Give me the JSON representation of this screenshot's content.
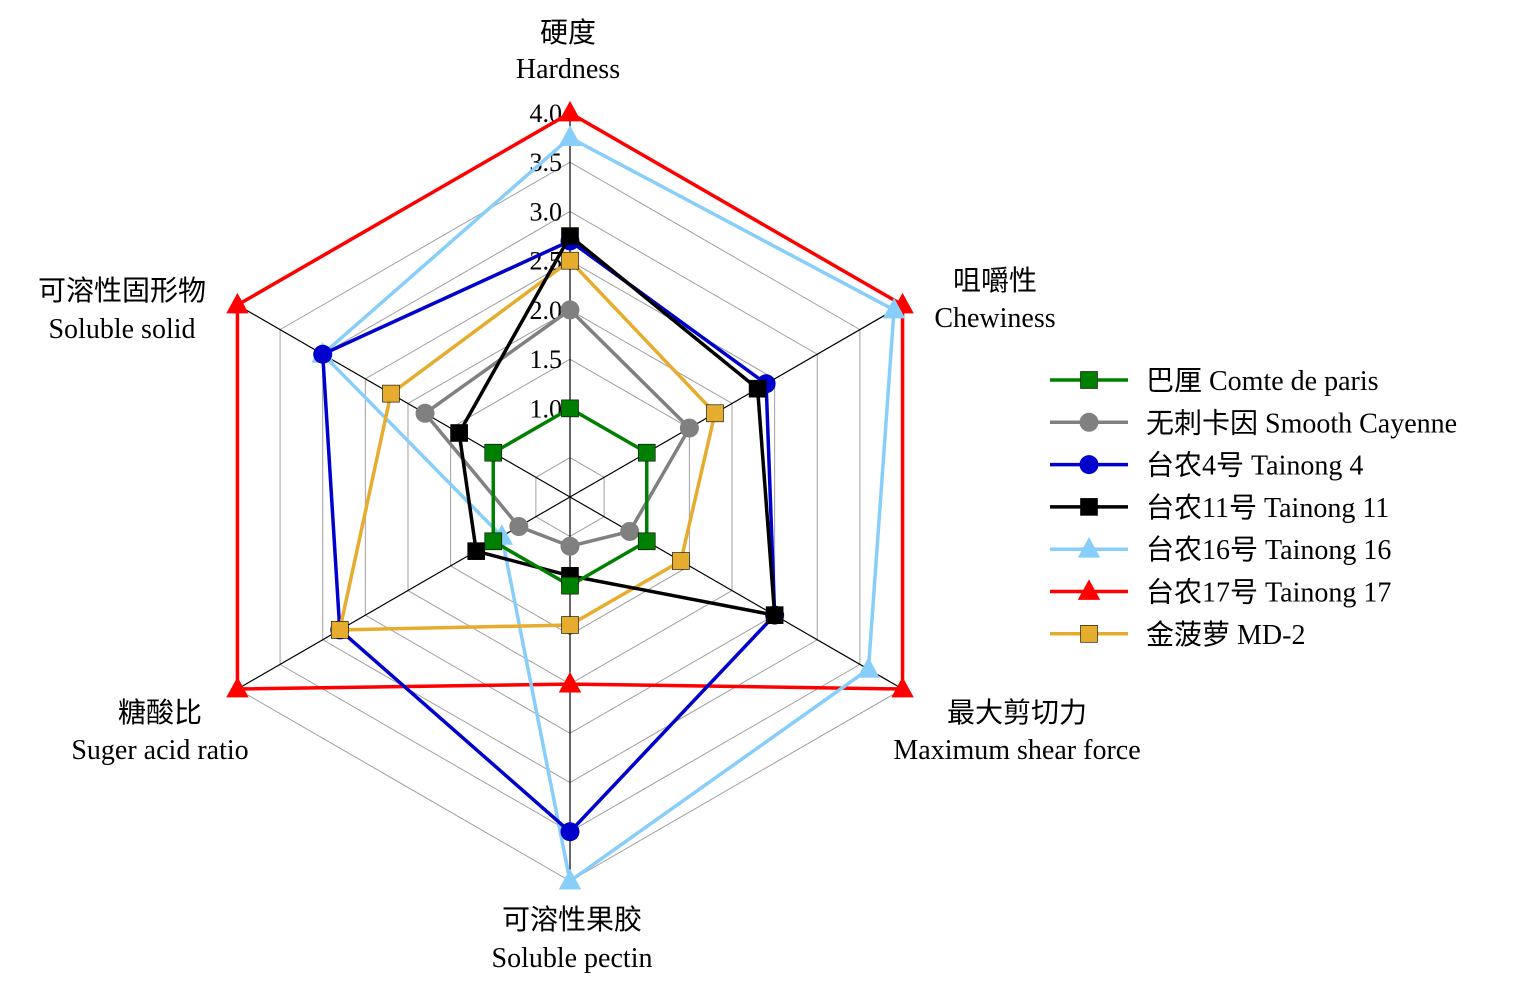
{
  "chart_data": {
    "type": "radar",
    "axes": [
      {
        "label_zh": "硬度",
        "label_en": "Hardness"
      },
      {
        "label_zh": "咀嚼性",
        "label_en": "Chewiness"
      },
      {
        "label_zh": "最大剪切力",
        "label_en": "Maximum shear force"
      },
      {
        "label_zh": "可溶性果胶",
        "label_en": "Soluble pectin"
      },
      {
        "label_zh": "糖酸比",
        "label_en": "Suger acid ratio"
      },
      {
        "label_zh": "可溶性固形物",
        "label_en": "Soluble solid"
      }
    ],
    "ticks": [
      "1.0",
      "1.5",
      "2.0",
      "2.5",
      "3.0",
      "3.5",
      "4.0"
    ],
    "range": [
      0.1,
      4.0
    ],
    "grid": true,
    "legend_position": "right",
    "series": [
      {
        "name": "巴厘 Comte de paris",
        "color": "#008000",
        "marker": "square",
        "values": [
          1.0,
          1.0,
          1.0,
          1.0,
          1.0,
          1.0
        ]
      },
      {
        "name": "无刺卡因 Smooth Cayenne",
        "color": "#808080",
        "marker": "circle",
        "values": [
          2.0,
          1.5,
          0.8,
          0.6,
          0.7,
          1.8
        ]
      },
      {
        "name": "台农4号 Tainong 4",
        "color": "#0000CD",
        "marker": "circle",
        "values": [
          2.7,
          2.4,
          2.5,
          3.5,
          2.8,
          3.0
        ]
      },
      {
        "name": "台农11号 Tainong 11",
        "color": "#000000",
        "marker": "square",
        "values": [
          2.75,
          2.3,
          2.5,
          0.9,
          1.2,
          1.4
        ]
      },
      {
        "name": "台农16号 Tainong 16",
        "color": "#87CEFA",
        "marker": "triangle",
        "values": [
          3.75,
          3.9,
          3.6,
          4.0,
          0.9,
          3.0
        ]
      },
      {
        "name": "台农17号 Tainong 17",
        "color": "#FF0000",
        "marker": "triangle",
        "values": [
          4.0,
          4.0,
          4.0,
          2.0,
          4.0,
          4.0
        ]
      },
      {
        "name": "金菠萝 MD-2",
        "color": "#E6AC2E",
        "marker": "square",
        "values": [
          2.5,
          1.8,
          1.4,
          1.4,
          2.8,
          2.2
        ]
      }
    ]
  }
}
